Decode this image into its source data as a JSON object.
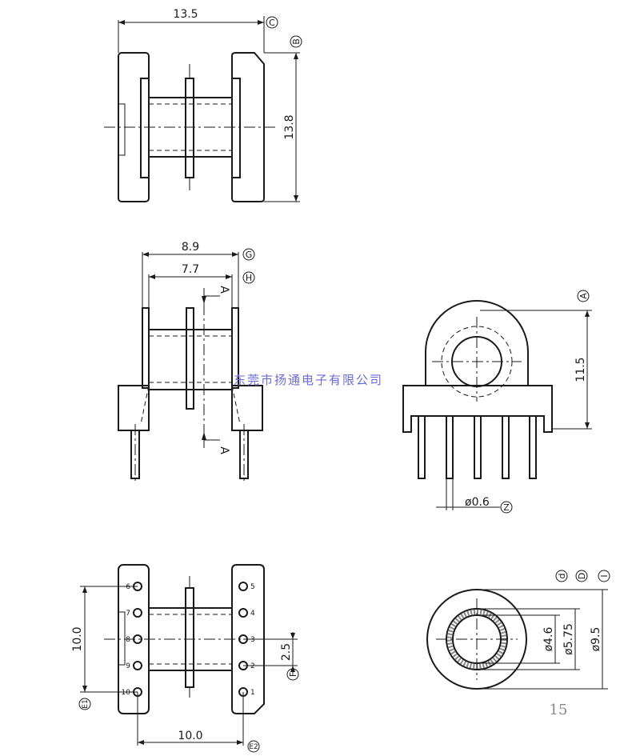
{
  "top_view": {
    "width_dim": "13.5",
    "height_dim": "13.8",
    "ref_c": "C",
    "ref_b": "B"
  },
  "front_view": {
    "outer_dim": "8.9",
    "inner_dim": "7.7",
    "ref_g": "G",
    "ref_h": "H",
    "section_top": "A",
    "section_bottom": "A"
  },
  "side_view": {
    "height_dim": "11.5",
    "pin_dia": "ø0.6",
    "ref_a": "A",
    "ref_z": "Z"
  },
  "watermark": "东莞市扬通电子有限公司",
  "bottom_view": {
    "height_dim": "10.0",
    "width_dim": "10.0",
    "pitch_dim": "2.5",
    "ref_e1": "E1",
    "ref_e2": "E2",
    "ref_f": "F",
    "pins_left": [
      "6",
      "7",
      "8",
      "9",
      "10"
    ],
    "pins_right": [
      "5",
      "4",
      "3",
      "2",
      "1"
    ]
  },
  "section_view": {
    "dia_1": "ø4.6",
    "dia_2": "ø5.75",
    "dia_3": "ø9.5",
    "ref_d_small": "d",
    "ref_d": "D",
    "ref_i": "I"
  },
  "page_number": "15"
}
